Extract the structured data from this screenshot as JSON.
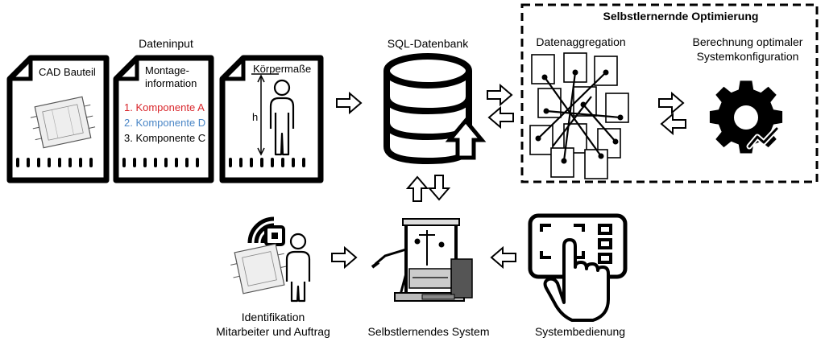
{
  "input": {
    "title": "Dateninput",
    "cad_label": "CAD Bauteil",
    "montage_label_1": "Montage-",
    "montage_label_2": "information",
    "components": [
      {
        "text": "1. Komponente A",
        "color": "#d9262b"
      },
      {
        "text": "2. Komponente D",
        "color": "#4a86c6"
      },
      {
        "text": "3. Komponente C",
        "color": "#000000"
      }
    ],
    "body_label": "Körpermaße",
    "height_symbol": "h"
  },
  "database": {
    "label": "SQL-Datenbank"
  },
  "optimization": {
    "title": "Selbstlernernde Optimierung",
    "aggregation_label": "Datenaggregation",
    "calc_label_1": "Berechnung optimaler",
    "calc_label_2": "Systemkonfiguration"
  },
  "identification": {
    "label_1": "Identifikation",
    "label_2": "Mitarbeiter und Auftrag"
  },
  "system": {
    "label": "Selbstlernendes System"
  },
  "operation": {
    "label": "Systembedienung"
  }
}
